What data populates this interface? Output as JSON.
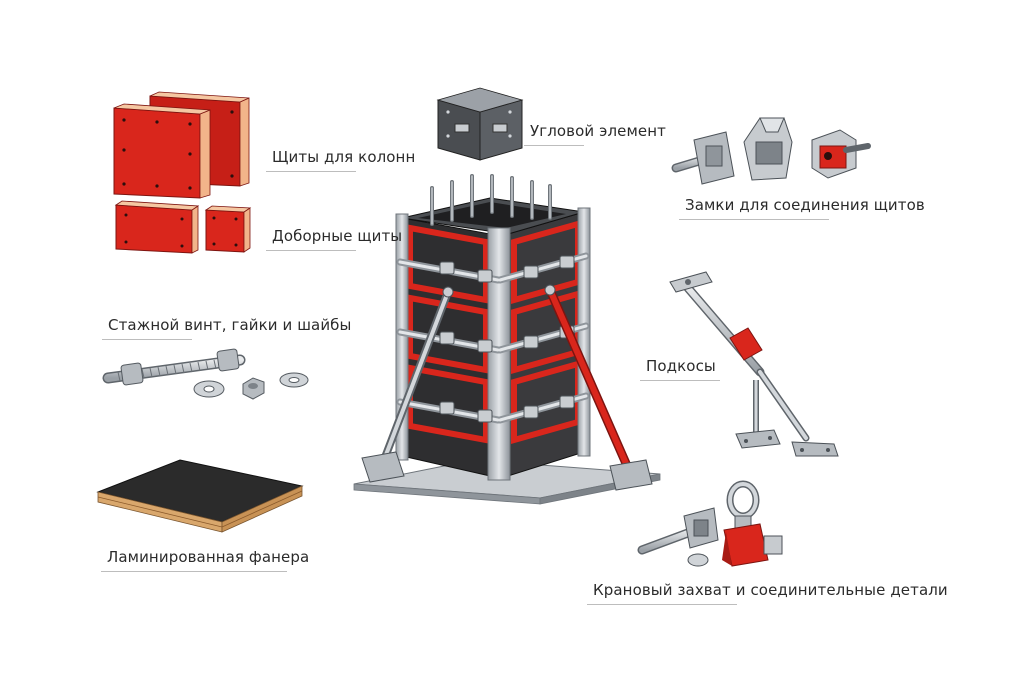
{
  "labels": {
    "column_panels": "Щиты для колонн",
    "filler_panels": "Доборные щиты",
    "tie_rod": "Стажной винт, гайки и шайбы",
    "plywood": "Ламинированная фанера",
    "corner": "Угловой элемент",
    "clamps": "Замки для соединения щитов",
    "props": "Подкосы",
    "crane": "Крановый захват и соединительные детали"
  },
  "colors": {
    "panel_red": "#d9261c",
    "panel_edge": "#f2b48a",
    "steel": "#c9cdd1",
    "steel_dark": "#6f757b",
    "form_face": "#2e2e30",
    "plywood_face": "#2b2b2b",
    "plywood_edge": "#d9a76c"
  }
}
